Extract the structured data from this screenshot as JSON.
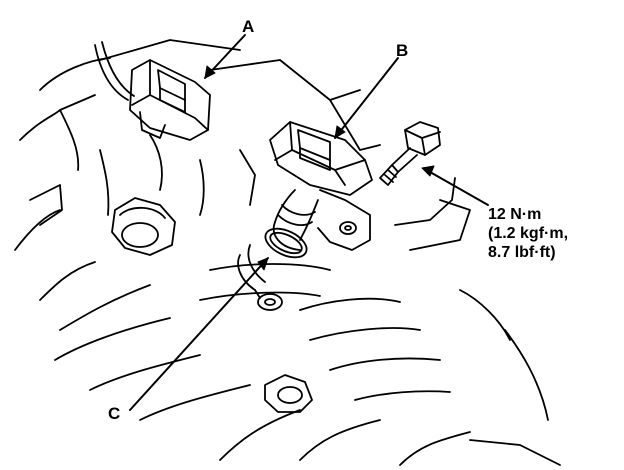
{
  "labels": {
    "a": "A",
    "b": "B",
    "c": "C"
  },
  "torque_spec": {
    "line1": "12 N·m",
    "line2": "(1.2 kgf·m,",
    "line3": "8.7 lbf·ft)"
  },
  "colors": {
    "line": "#000000",
    "background": "#ffffff"
  }
}
